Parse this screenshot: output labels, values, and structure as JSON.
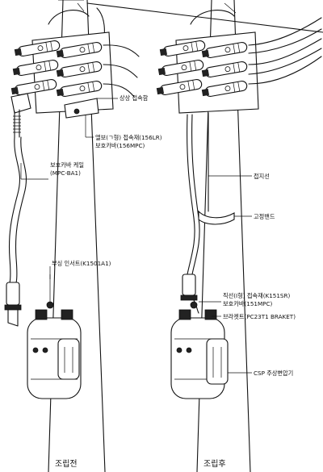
{
  "labels": {
    "left": {
      "upper_connector": "상상 접속함",
      "elbow_line1": "엘보(ㄱ형) 접속재(156LR)",
      "elbow_line2": "보호카바(156MPC)",
      "cover_cable_line1": "보호카바 케일",
      "cover_cable_line2": "(MPC-BA1)",
      "bushing_insert": "부싱 인서트(K1501A1)"
    },
    "right": {
      "ground_wire": "접지선",
      "fixing_band": "고정밴드",
      "straight_line1": "직선(I형) 접속재(K151SR)",
      "straight_line2": "보호카바(151MPC)",
      "bracket": "브라켓트(PC23T1 BRAKET)",
      "csp_transformer": "CSP 주상변압기"
    }
  },
  "captions": {
    "before": "조립전",
    "after": "조립후"
  }
}
